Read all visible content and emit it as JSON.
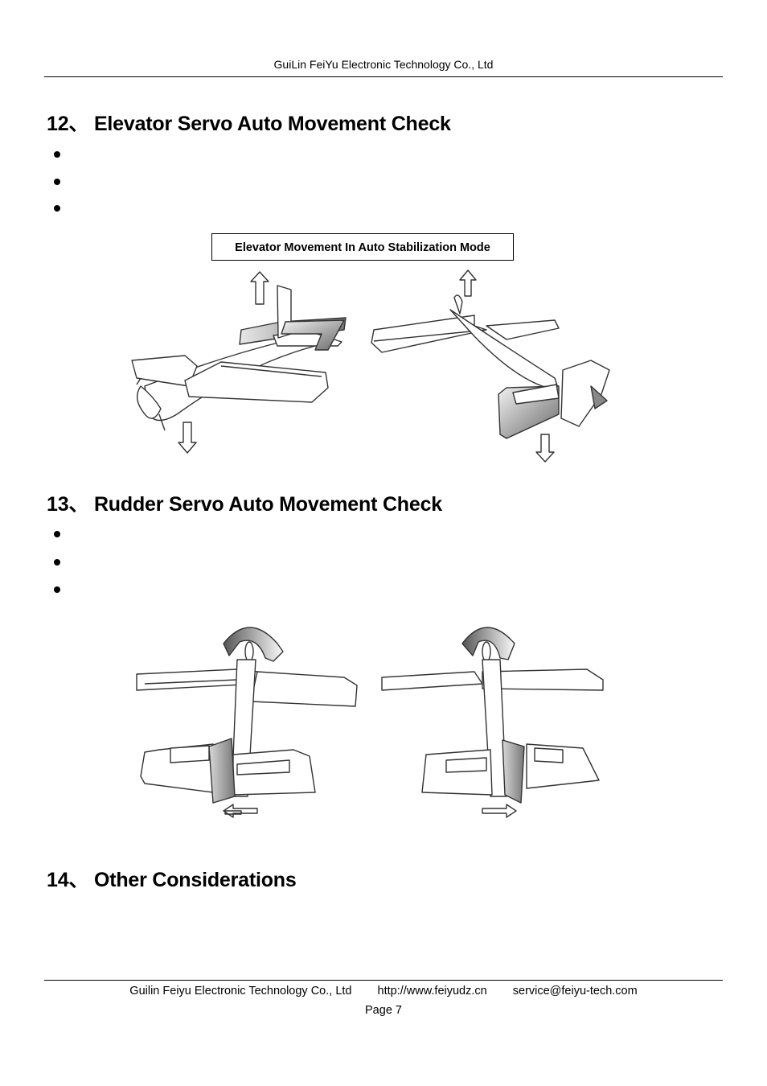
{
  "header": {
    "company": "GuiLin FeiYu Electronic Technology Co., Ltd"
  },
  "sections": [
    {
      "heading": "12、 Elevator Servo Auto Movement Check"
    },
    {
      "heading": "13、 Rudder Servo Auto Movement Check"
    },
    {
      "heading": "14、 Other Considerations"
    }
  ],
  "figure_elevator": {
    "caption": "Elevator Movement In Auto Stabilization Mode"
  },
  "footer": {
    "company": "Guilin Feiyu Electronic Technology Co., Ltd",
    "url": "http://www.feiyudz.cn",
    "email": "service@feiyu-tech.com",
    "page": "Page 7"
  }
}
